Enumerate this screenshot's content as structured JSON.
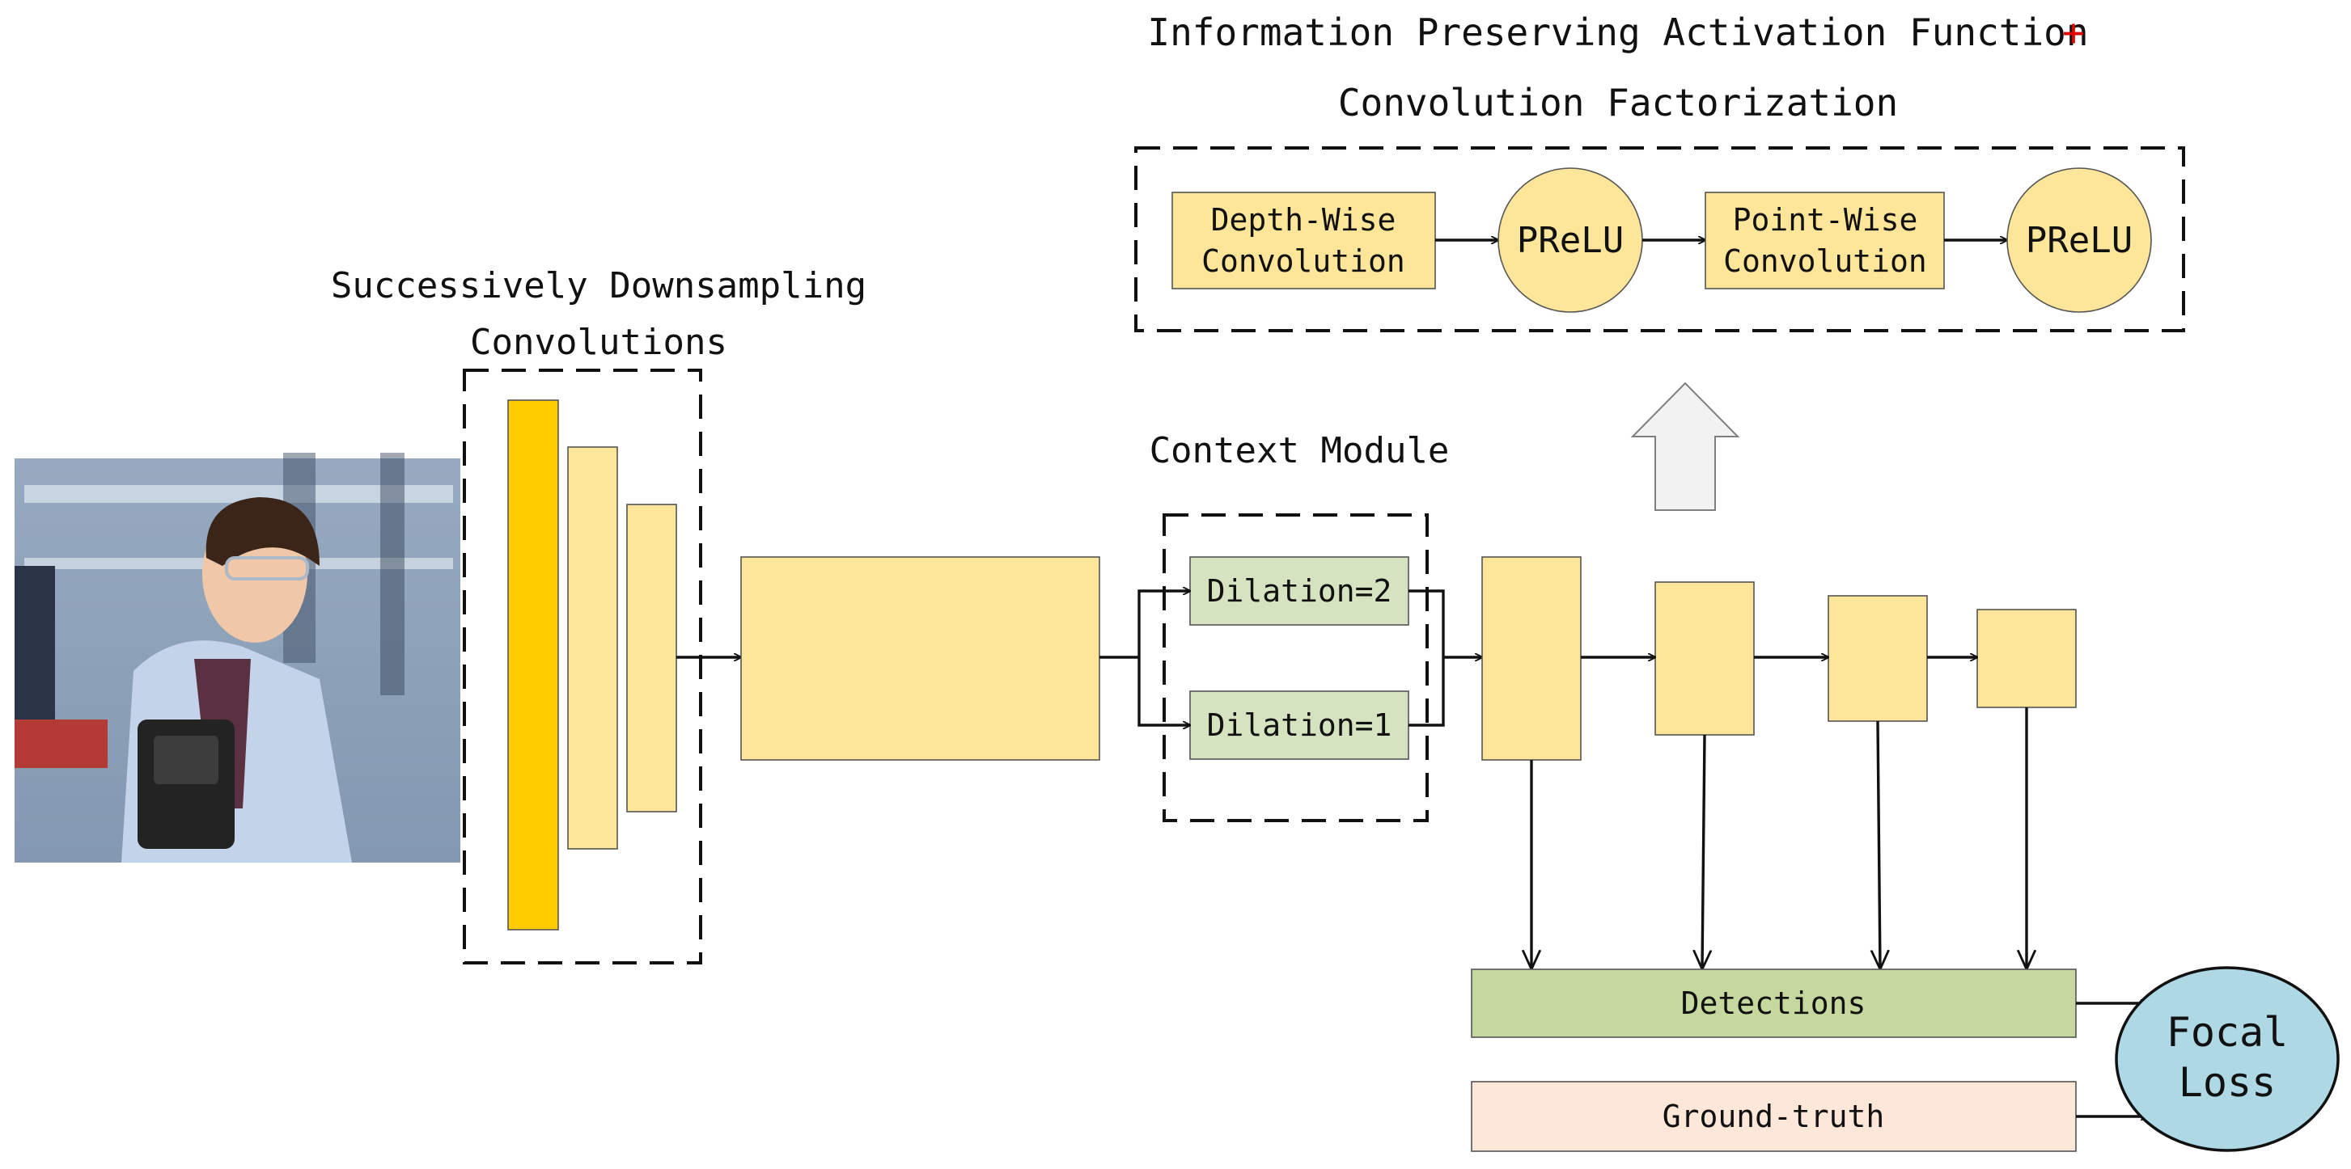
{
  "titles": {
    "top_line1": "Information Preserving Activation Function",
    "top_plus": "+",
    "top_line2": "Convolution Factorization",
    "downsampling_line1": "Successively Downsampling",
    "downsampling_line2": "Convolutions",
    "context_module": "Context Module"
  },
  "factorization": {
    "depthwise_line1": "Depth-Wise",
    "depthwise_line2": "Convolution",
    "prelu_1": "PReLU",
    "pointwise_line1": "Point-Wise",
    "pointwise_line2": "Convolution",
    "prelu_2": "PReLU"
  },
  "context": {
    "dilation_2": "Dilation=2",
    "dilation_1": "Dilation=1"
  },
  "outputs": {
    "detections": "Detections",
    "ground_truth": "Ground-truth",
    "focal_line1": "Focal",
    "focal_line2": "Loss"
  },
  "colors": {
    "feature_map": "#fde59a",
    "feature_map_bright": "#ffcc00",
    "context_branch": "#d5e3c0",
    "detections": "#c5d99f",
    "ground_truth": "#fce7d9",
    "focal_loss": "#add8e4",
    "upward_arrow": "#f2f2f2",
    "plus_sign": "#e00000"
  },
  "icons": {
    "input_photo": "scientist-with-scanner-photo"
  }
}
